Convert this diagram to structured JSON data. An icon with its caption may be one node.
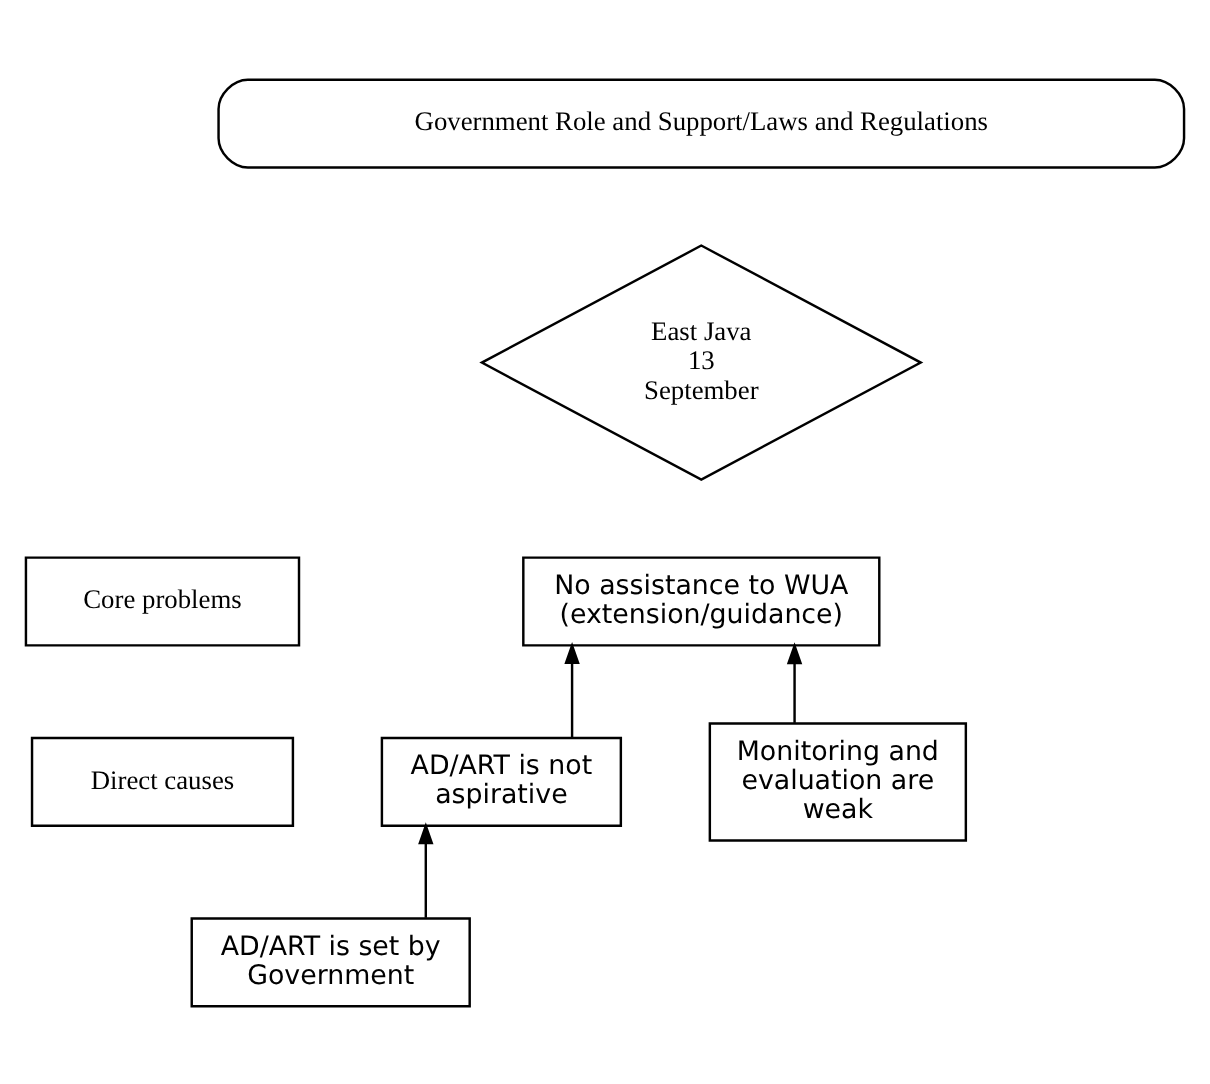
{
  "diagram": {
    "nodes": [
      {
        "text": [
          "Government Role and Support/Laws and Regulations"
        ]
      },
      {
        "text": [
          "East Java 13 September"
        ]
      },
      {
        "text": [
          "Core problems"
        ]
      },
      {
        "text": [
          "No assistance to WUA (extension/guidance)"
        ]
      },
      {
        "text": [
          "Direct causes"
        ]
      },
      {
        "text": [
          "AD/ART is not aspirative"
        ]
      },
      {
        "text": [
          "Monitoring and evaluation are weak"
        ]
      },
      {
        "text": [
          "AD/ART is set by Government"
        ]
      }
    ],
    "edges": [
      {
        "from": 5,
        "to": 3,
        "arrow": "to"
      },
      {
        "from": 6,
        "to": 3,
        "arrow": "to"
      },
      {
        "from": 7,
        "to": 5,
        "arrow": "to"
      }
    ]
  }
}
